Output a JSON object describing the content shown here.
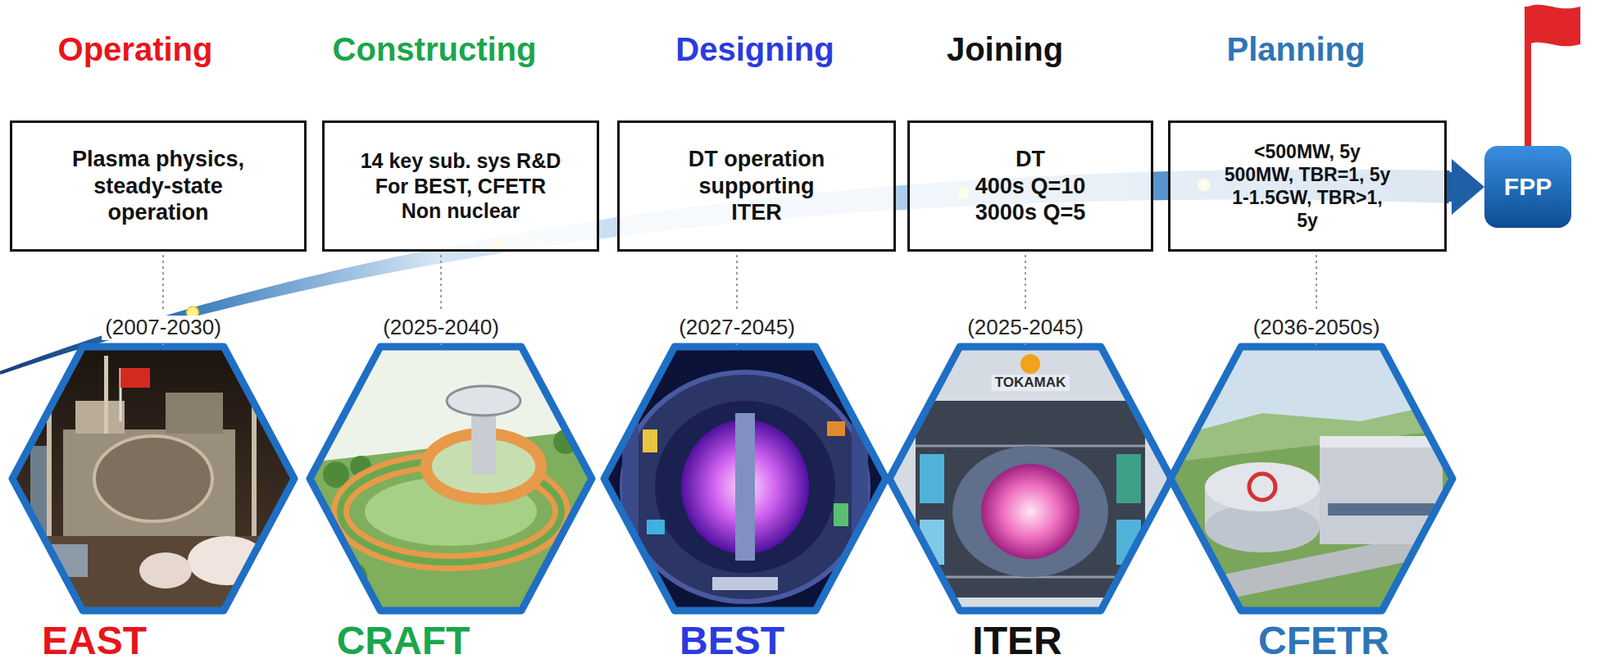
{
  "diagram": {
    "nodes": [
      {
        "text": [
          "Plasma physics, steady-state operation"
        ]
      },
      {
        "text": [
          "14 key sub. sys R&D For BEST, CFETR Non nuclear"
        ]
      },
      {
        "text": [
          "DT operation supporting ITER"
        ]
      },
      {
        "text": [
          "DT",
          "400s Q=10",
          "3000s Q=5"
        ]
      },
      {
        "text": [
          "<500MW, 5y",
          "500MW, TBR=1, 5y",
          "1-1.5GW, TBR>1, 5y"
        ]
      },
      {
        "text": [
          "FPP"
        ]
      }
    ],
    "edges": [
      {
        "from": 4,
        "to": 5,
        "arrow": "to"
      }
    ],
    "labels": [
      "Operating",
      "Constructing",
      "Designing",
      "Joining",
      "Planning",
      "(2007-2030)",
      "(2025-2040)",
      "(2027-2045)",
      "(2025-2045)",
      "(2036-2050s)",
      "TOKAMAK",
      "EAST",
      "CRAFT",
      "BEST",
      "ITER",
      "CFETR"
    ]
  }
}
